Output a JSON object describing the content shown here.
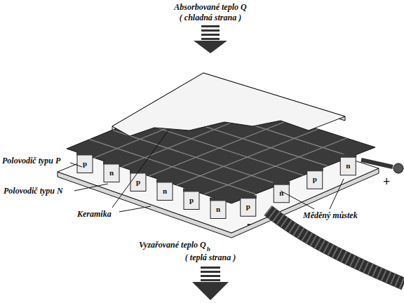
{
  "diagram": {
    "labels": [
      "Absorbované teplo Q",
      "( chladná strana )",
      "Polovodič typu P",
      "Polovodič typu N",
      "Keramika",
      "Měděný můstek",
      "+",
      "-",
      "Vyzařované teplo Q",
      "h",
      "( teplá strana )",
      "p",
      "n",
      "p",
      "n",
      "p",
      "n",
      "p",
      "n",
      "p",
      "n"
    ]
  }
}
